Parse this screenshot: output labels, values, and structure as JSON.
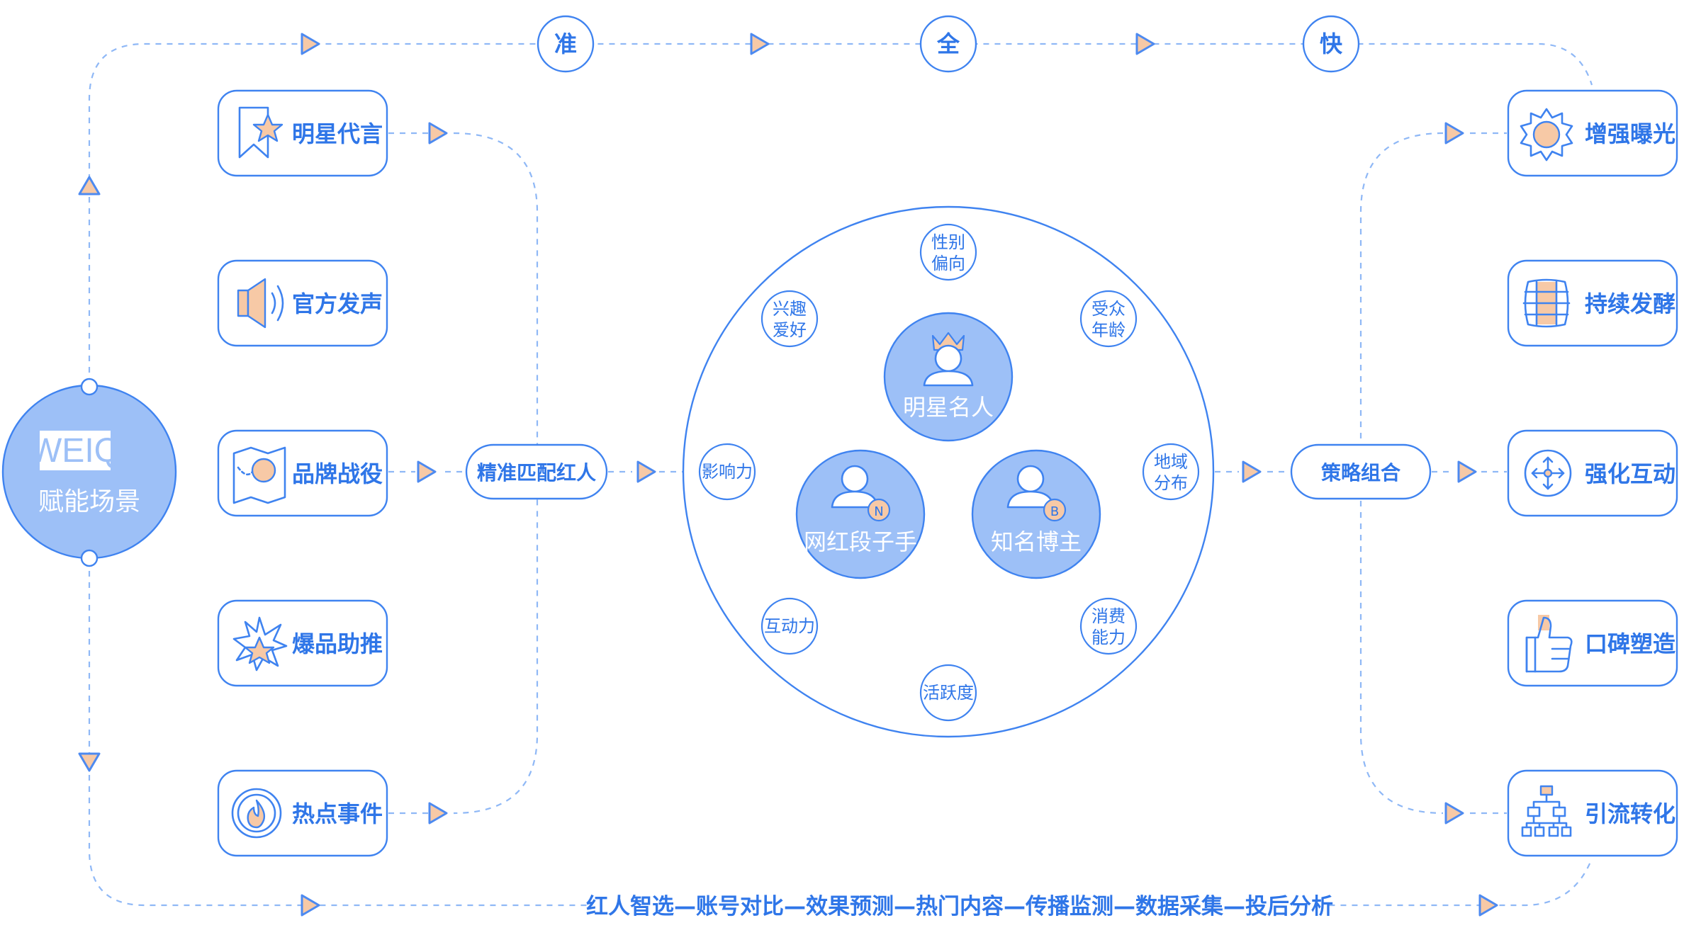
{
  "top_row": [
    "准",
    "全",
    "快"
  ],
  "hub": {
    "logo": "WEIQ",
    "title": "赋能场景"
  },
  "left_scenes": [
    {
      "label": "明星代言",
      "icon": "bookmark-star-icon"
    },
    {
      "label": "官方发声",
      "icon": "speaker-icon"
    },
    {
      "label": "品牌战役",
      "icon": "map-icon"
    },
    {
      "label": "爆品助推",
      "icon": "explosion-icon"
    },
    {
      "label": "热点事件",
      "icon": "fire-icon"
    }
  ],
  "match_label": "精准匹配红人",
  "strategy_label": "策略组合",
  "center": {
    "persons": [
      {
        "label": "明星名人",
        "badge": ""
      },
      {
        "label": "网红段子手",
        "badge": "N"
      },
      {
        "label": "知名博主",
        "badge": "B"
      }
    ],
    "attributes": [
      {
        "lines": [
          "性别",
          "偏向"
        ]
      },
      {
        "lines": [
          "受众",
          "年龄"
        ]
      },
      {
        "lines": [
          "地域",
          "分布"
        ]
      },
      {
        "lines": [
          "消费",
          "能力"
        ]
      },
      {
        "lines": [
          "活跃度"
        ]
      },
      {
        "lines": [
          "互动力"
        ]
      },
      {
        "lines": [
          "影响力"
        ]
      },
      {
        "lines": [
          "兴趣",
          "爱好"
        ]
      }
    ]
  },
  "right_outcomes": [
    {
      "label": "增强曝光",
      "icon": "sun-icon"
    },
    {
      "label": "持续发酵",
      "icon": "barrel-icon"
    },
    {
      "label": "强化互动",
      "icon": "compass-arrows-icon"
    },
    {
      "label": "口碑塑造",
      "icon": "thumbs-up-icon"
    },
    {
      "label": "引流转化",
      "icon": "org-chart-icon"
    }
  ],
  "bottom_pipeline": "红人智选—账号对比—效果预测—热门内容—传播监测—数据采集—投后分析",
  "colors": {
    "primary": "#3f83f0",
    "hub_fill": "#9dc0f7",
    "accent": "#f7c9a6",
    "line": "#8fb8f6"
  }
}
